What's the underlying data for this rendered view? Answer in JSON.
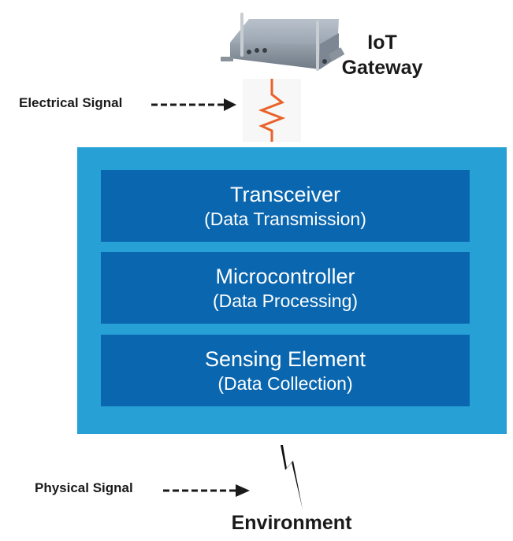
{
  "gateway": {
    "label_line1": "IoT",
    "label_line2": "Gateway",
    "icon": "router-device-icon"
  },
  "electrical_signal": {
    "label": "Electrical Signal",
    "icon": "resistor-zigzag-icon",
    "color": "#e8622a"
  },
  "node": {
    "background": "#27a0d6",
    "layer_color": "#0a66ae",
    "layers": [
      {
        "title": "Transceiver",
        "subtitle": "(Data Transmission)"
      },
      {
        "title": "Microcontroller",
        "subtitle": "(Data Processing)"
      },
      {
        "title": "Sensing Element",
        "subtitle": "(Data Collection)"
      }
    ]
  },
  "physical_signal": {
    "label": "Physical Signal",
    "icon": "lightning-bolt-icon"
  },
  "environment": {
    "label": "Environment"
  }
}
